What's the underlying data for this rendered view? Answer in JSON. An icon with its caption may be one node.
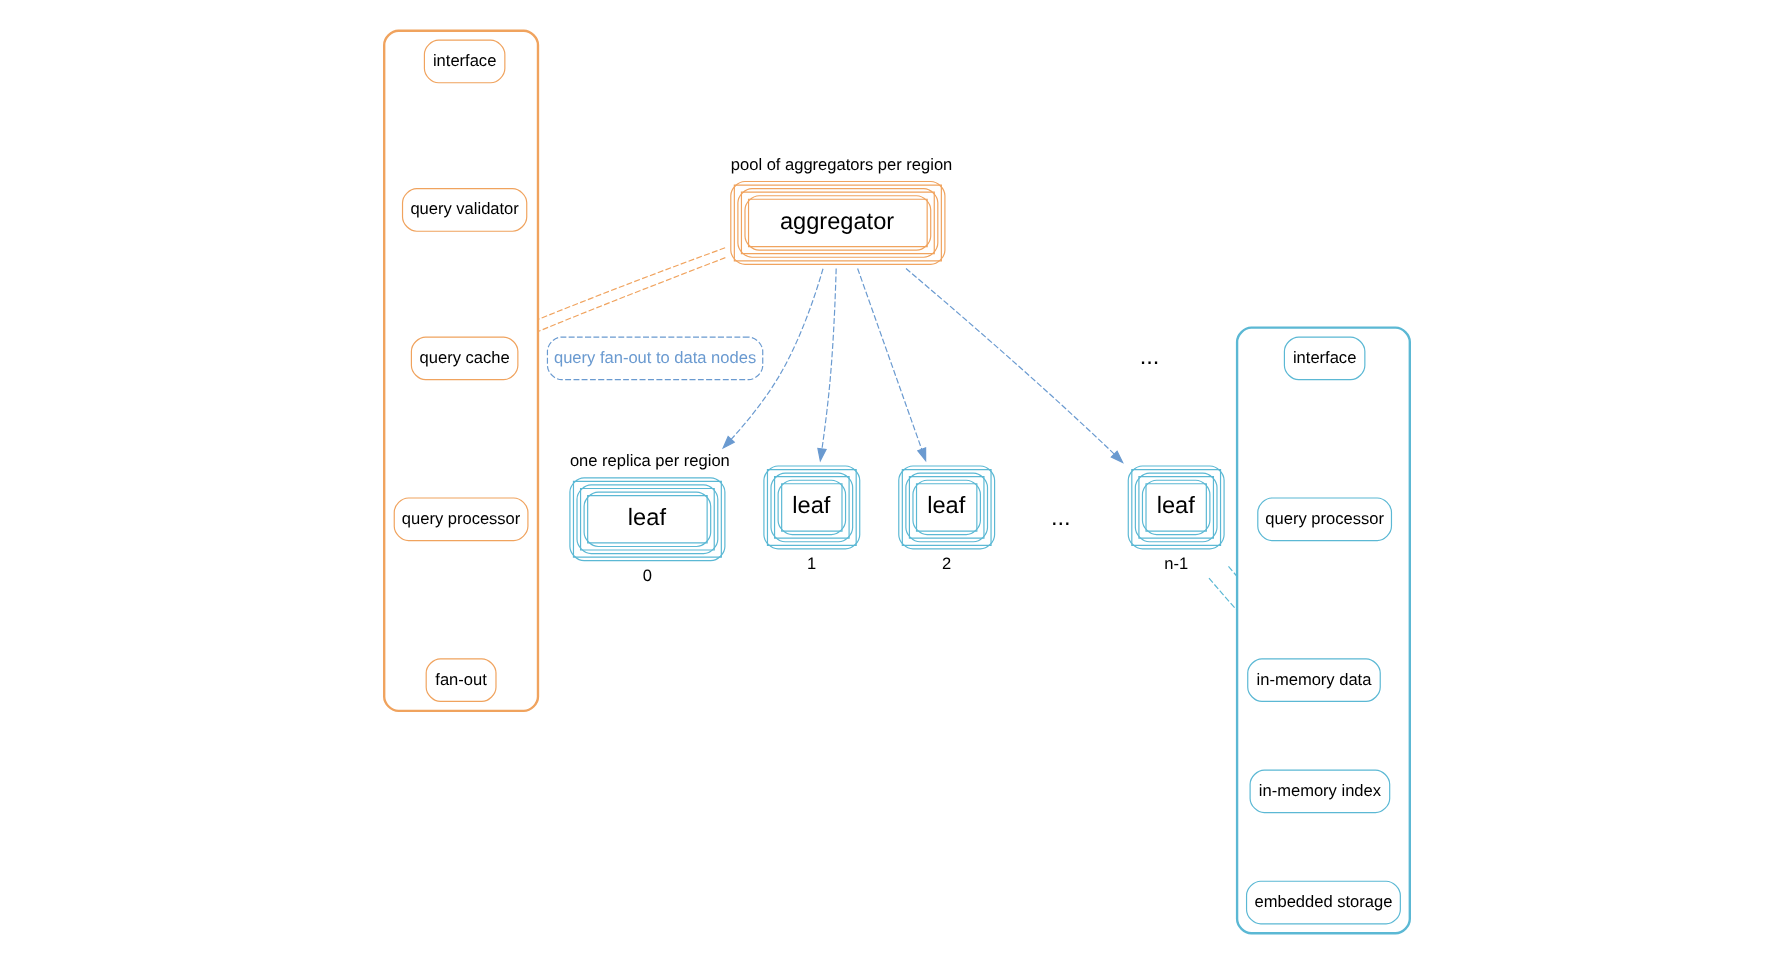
{
  "diagram": {
    "nodes": [
      {
        "text": [
          "aggregator"
        ],
        "beside": [
          "pool of aggregators per region"
        ]
      },
      {
        "text": [],
        "shape": "box"
      },
      {
        "text": [
          "interface"
        ],
        "in": 1
      },
      {
        "text": [
          "query validator"
        ],
        "in": 1
      },
      {
        "text": [
          "query cache"
        ],
        "in": 1
      },
      {
        "text": [
          "query processor"
        ],
        "in": 1
      },
      {
        "text": [
          "fan-out"
        ],
        "in": 1
      },
      {
        "text": [
          "query fan-out to data nodes"
        ]
      },
      {
        "text": [
          "leaf"
        ],
        "beside": [
          "one replica per region",
          "0"
        ]
      },
      {
        "text": [
          "leaf"
        ],
        "beside": [
          "1"
        ]
      },
      {
        "text": [
          "leaf"
        ],
        "beside": [
          "2"
        ]
      },
      {
        "text": [
          "leaf"
        ],
        "beside": [
          "n-1"
        ]
      },
      {
        "text": [],
        "shape": "box"
      },
      {
        "text": [
          "interface"
        ],
        "in": 12
      },
      {
        "text": [
          "query processor"
        ],
        "in": 12
      },
      {
        "text": [
          "in-memory data"
        ],
        "in": 12
      },
      {
        "text": [
          "in-memory index"
        ],
        "in": 12
      },
      {
        "text": [
          "embedded storage"
        ],
        "in": 12
      }
    ],
    "edges": [
      {
        "from": 0,
        "to": 1,
        "arrow": "none",
        "style": "dashed",
        "color": "#f0a35e"
      },
      {
        "from": 0,
        "to": 1,
        "arrow": "none",
        "style": "dashed",
        "color": "#f0a35e"
      },
      {
        "from": 0,
        "to": 8,
        "arrow": "to",
        "style": "dashed"
      },
      {
        "from": 0,
        "to": 9,
        "arrow": "to",
        "style": "dashed"
      },
      {
        "from": 0,
        "to": 10,
        "arrow": "to",
        "style": "dashed"
      },
      {
        "from": 0,
        "to": 11,
        "arrow": "to",
        "style": "dashed"
      },
      {
        "from": 11,
        "to": 12,
        "arrow": "none",
        "style": "dashed",
        "color": "#5bb8d4"
      },
      {
        "from": 11,
        "to": 12,
        "arrow": "none",
        "style": "dashed",
        "color": "#5bb8d4"
      }
    ],
    "labels": [
      "...",
      "..."
    ]
  }
}
